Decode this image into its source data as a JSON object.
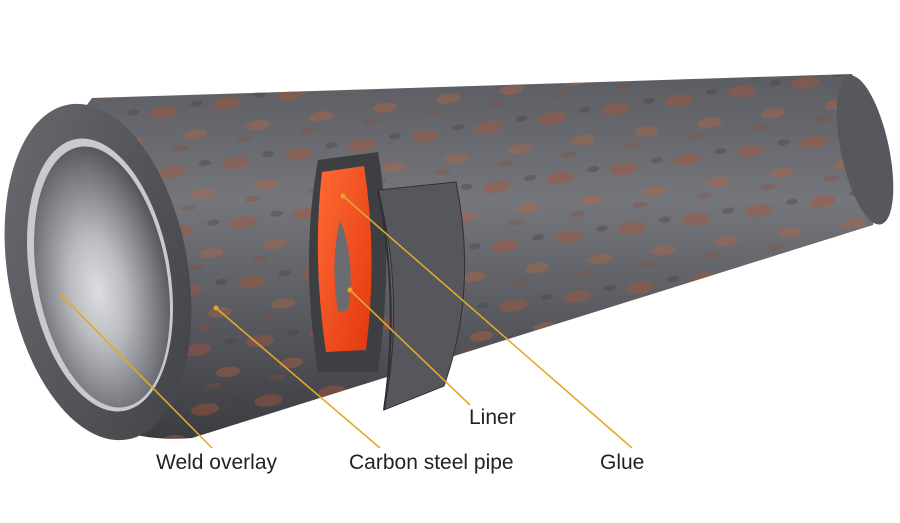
{
  "labels": {
    "weld_overlay": "Weld overlay",
    "carbon_steel_pipe": "Carbon steel pipe",
    "liner": "Liner",
    "glue": "Glue"
  },
  "colors": {
    "leader": "#e0a92c",
    "pipe_dark": "#4e5055",
    "pipe_mid": "#6b6d72",
    "rust": "#a9553a",
    "glue": "#ff4a1c",
    "bore_light": "#e9eaec",
    "bore_dark": "#5a5c60"
  }
}
